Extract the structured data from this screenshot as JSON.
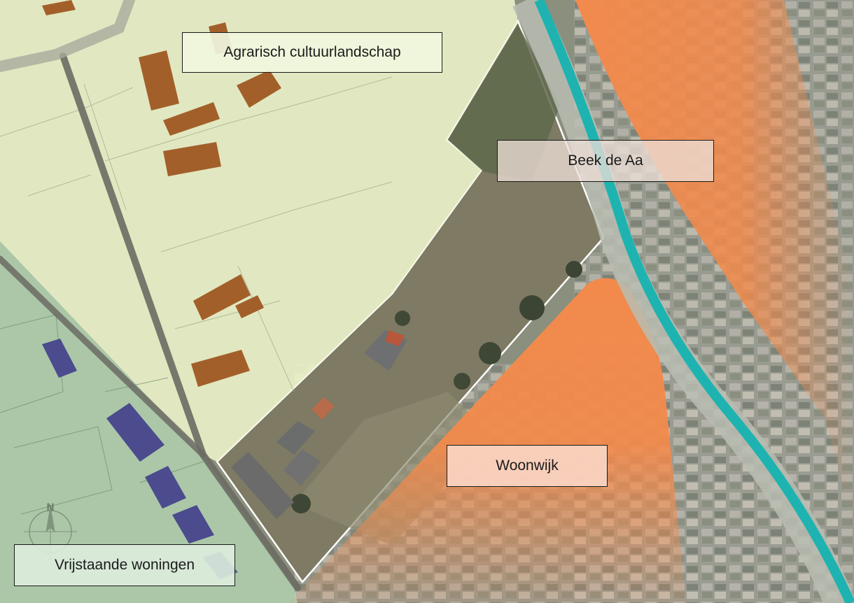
{
  "map": {
    "labels": {
      "agrarisch": "Agrarisch cultuurlandschap",
      "beek": "Beek de Aa",
      "woonwijk": "Woonwijk",
      "vrijstaand": "Vrijstaande woningen"
    },
    "compass_letter": "N",
    "colors": {
      "agrarian_zone": "#eaf2c9",
      "residential_zone": "#f28a4c",
      "detached_houses_zone": "#b9dcb9",
      "stream": "#1eb3b0",
      "farm_buildings": "#a35f2a",
      "detached_houses": "#4b4b8e",
      "roads": "#6b6b63",
      "plot_outline": "#ffffff",
      "aerial_background": "#8a8f7e"
    }
  }
}
